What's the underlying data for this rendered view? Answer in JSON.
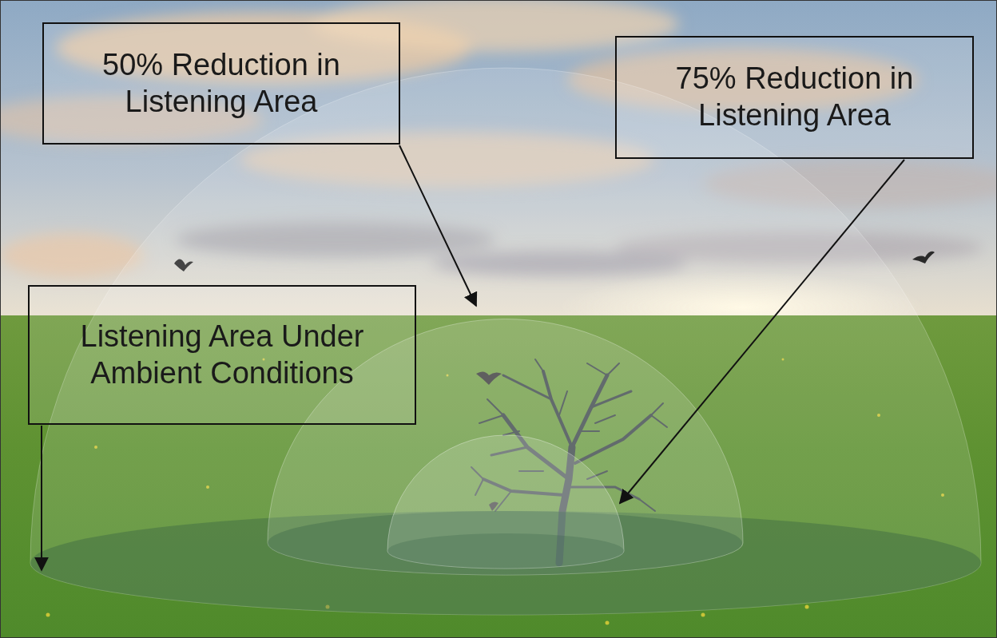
{
  "diagram": {
    "nodes": [
      {
        "text": [
          "50% Reduction in Listening Area"
        ]
      },
      {
        "text": [
          "75% Reduction in Listening Area"
        ]
      },
      {
        "text": [
          "Listening Area Under Ambient Conditions"
        ]
      }
    ]
  }
}
